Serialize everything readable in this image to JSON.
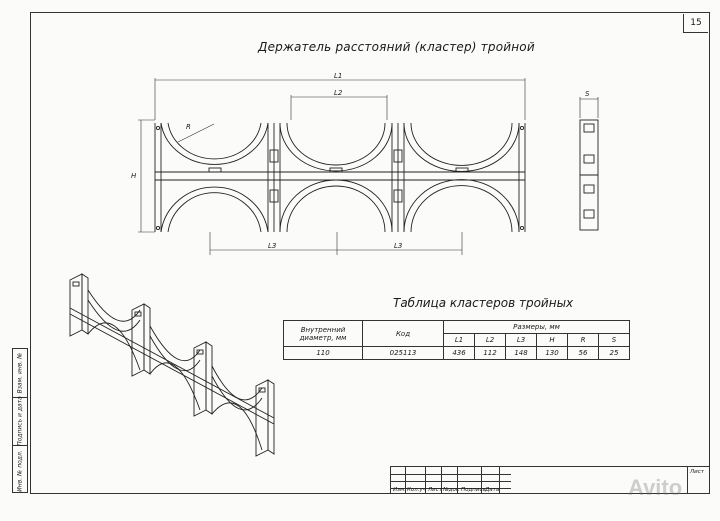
{
  "sheet_number": "15",
  "title": "Держатель расстояний (кластер) тройной",
  "dims": {
    "L1": "L1",
    "L2": "L2",
    "L3": "L3",
    "H": "H",
    "R": "R",
    "S": "S"
  },
  "table": {
    "title": "Таблица кластеров тройных",
    "header": {
      "col1": "Внутренний диаметр, мм",
      "col2": "Код",
      "group": "Размеры, мм"
    },
    "subheaders": [
      "L1",
      "L2",
      "L3",
      "H",
      "R",
      "S"
    ],
    "row": [
      "110",
      "025113",
      "436",
      "112",
      "148",
      "130",
      "56",
      "25"
    ]
  },
  "side_stamp": [
    "Инв. № подл.",
    "Подпись и дата",
    "Взам. инв. №"
  ],
  "stamp": {
    "cols": [
      "Изм.",
      "Кол.уч",
      "Лист",
      "№док",
      "Подпись",
      "Дата"
    ],
    "sheet_label": "Лист"
  },
  "watermark": "Avito"
}
